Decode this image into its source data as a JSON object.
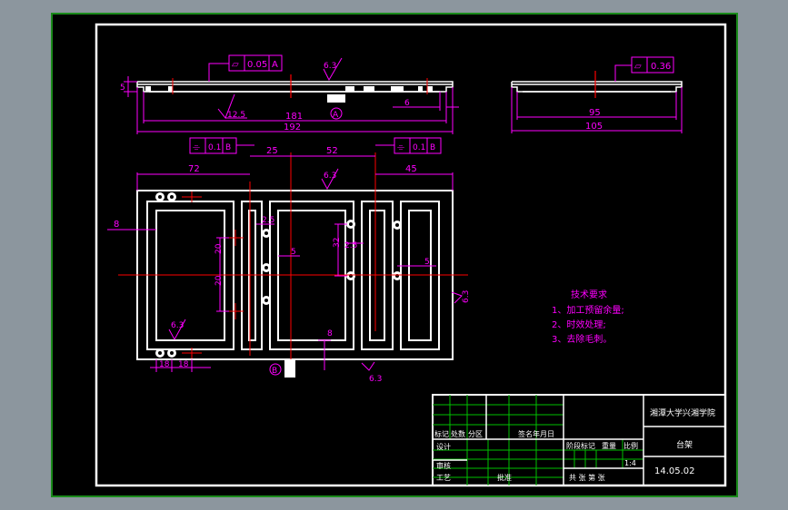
{
  "colors": {
    "window_bg": "#8c969e",
    "viewport_bg": "#000000",
    "viewport_border": "#1a8a1a",
    "drawing_border": "#ffffff",
    "part": "#ffffff",
    "dimension": "#ff00ff",
    "centerline": "#ff0000",
    "notes": "#ff00ff",
    "titleblock_grid": "#00c000",
    "titleblock_text": "#ffffff"
  },
  "top_view": {
    "tol_flat_symbol": "⏥",
    "tol_flat_value": "0.05",
    "tol_flat_datum": "A",
    "roughness_top": "6.3",
    "roughness_left": "12.5",
    "height_dim": "5",
    "dim_inner_step": "6",
    "dim_181": "181",
    "dim_192": "192",
    "datum_label": "A"
  },
  "side_view": {
    "tol_symbol": "⏥",
    "tol_value": "0.36",
    "dim_95": "95",
    "dim_105": "105"
  },
  "front_view": {
    "tol_sym_left": "⌯",
    "tol_val_left": "0.1",
    "tol_datum_left": "B",
    "tol_sym_right": "⌯",
    "tol_val_right": "0.1",
    "tol_datum_right": "B",
    "dim_72": "72",
    "dim_25": "25",
    "dim_52": "52",
    "dim_45": "45",
    "roughness_top": "6.3",
    "roughness_inner": "6.3",
    "roughness_bottom": "6.3",
    "roughness_right": "6.3",
    "dim_8_left": "8",
    "dim_25_small": "2.5",
    "dim_5_mid": "5",
    "dim_20_upper": "20",
    "dim_20_lower": "20",
    "dim_32": "32",
    "dim_25_right": "2.5",
    "dim_5_right": "5",
    "dim_8_bottom": "8",
    "dim_18_a": "18",
    "dim_18_b": "18",
    "datum_label": "B"
  },
  "notes": {
    "title": "技术要求",
    "items": [
      "1、加工预留余量;",
      "2、时效处理;",
      "3、去除毛刺。"
    ]
  },
  "title_block": {
    "row_labels": [
      "标记",
      "处数",
      "分区"
    ],
    "sign_date": "签名年月日",
    "design": "设计",
    "review": "审核",
    "process": "工艺",
    "approve": "批准",
    "stage_mark": "阶段标记",
    "weight": "重量",
    "scale": "比例",
    "scale_value": "1:4",
    "sheets": "共   张   第   张",
    "school": "湘潭大学兴湘学院",
    "part_name": "台架",
    "drawing_no": "14.05.02"
  }
}
